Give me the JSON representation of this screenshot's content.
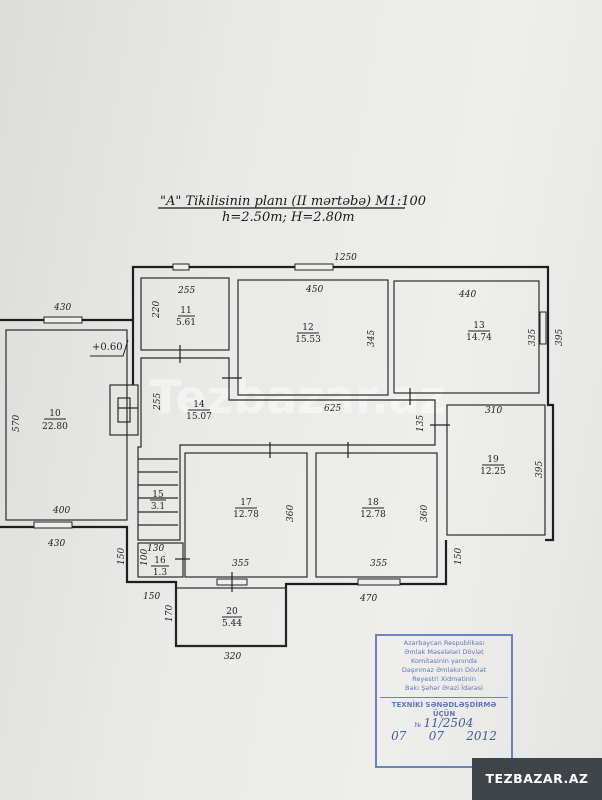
{
  "title": "\"A\" Tikilisinin planı (II mərtəbə) M1:100",
  "subtitle": "h=2.50m; H=2.80m",
  "rooms": [
    {
      "no": "10",
      "area": "22.80"
    },
    {
      "no": "11",
      "area": "5.61"
    },
    {
      "no": "12",
      "area": "15.53"
    },
    {
      "no": "13",
      "area": "14.74"
    },
    {
      "no": "14",
      "area": "15.07"
    },
    {
      "no": "15",
      "area": "3.1"
    },
    {
      "no": "16",
      "area": "1.3"
    },
    {
      "no": "17",
      "area": "12.78"
    },
    {
      "no": "18",
      "area": "12.78"
    },
    {
      "no": "19",
      "area": "12.25"
    },
    {
      "no": "20",
      "area": "5.44"
    }
  ],
  "level_mark": "+0.60",
  "dimensions": {
    "total_top": "1250",
    "r10_top": "430",
    "r10_side": "570",
    "r10_inner_bottom": "400",
    "r10_bottom": "430",
    "r11_w": "255",
    "r11_h": "220",
    "r12_w": "450",
    "r12_h": "345",
    "r13_w": "440",
    "r13_h": "335",
    "right_outer": "395",
    "r14_h": "255",
    "r14_w": "625",
    "corr_h": "135",
    "r19_w": "310",
    "r19_h": "395",
    "r17_h": "360",
    "r18_h": "360",
    "r17_w": "355",
    "r18_w": "355",
    "left_step": "150",
    "right_step": "150",
    "r16_w": "130",
    "r16_h": "100",
    "bottom_left": "150",
    "bottom_right": "470",
    "r20_h": "170",
    "r20_w": "320"
  },
  "stamp": {
    "lines": [
      "Azərbaycan Respublikası",
      "Əmlak Məsələləri Dövlət",
      "Komitəsinin yanında",
      "Daşınmaz Əmlakın Dövlət",
      "Reyestri Xidmətinin",
      "Bakı Şəhər Ərazi İdarəsi"
    ],
    "purpose_1": "TEXNİKİ SƏNƏDLƏŞDİRMƏ",
    "purpose_2": "ÜÇÜN",
    "number_label": "№",
    "number": "11/2504",
    "date_day": "07",
    "date_month": "07",
    "date_year": "2012"
  },
  "watermark": "Tezbazar.az",
  "badge": "TEZBAZAR.AZ"
}
